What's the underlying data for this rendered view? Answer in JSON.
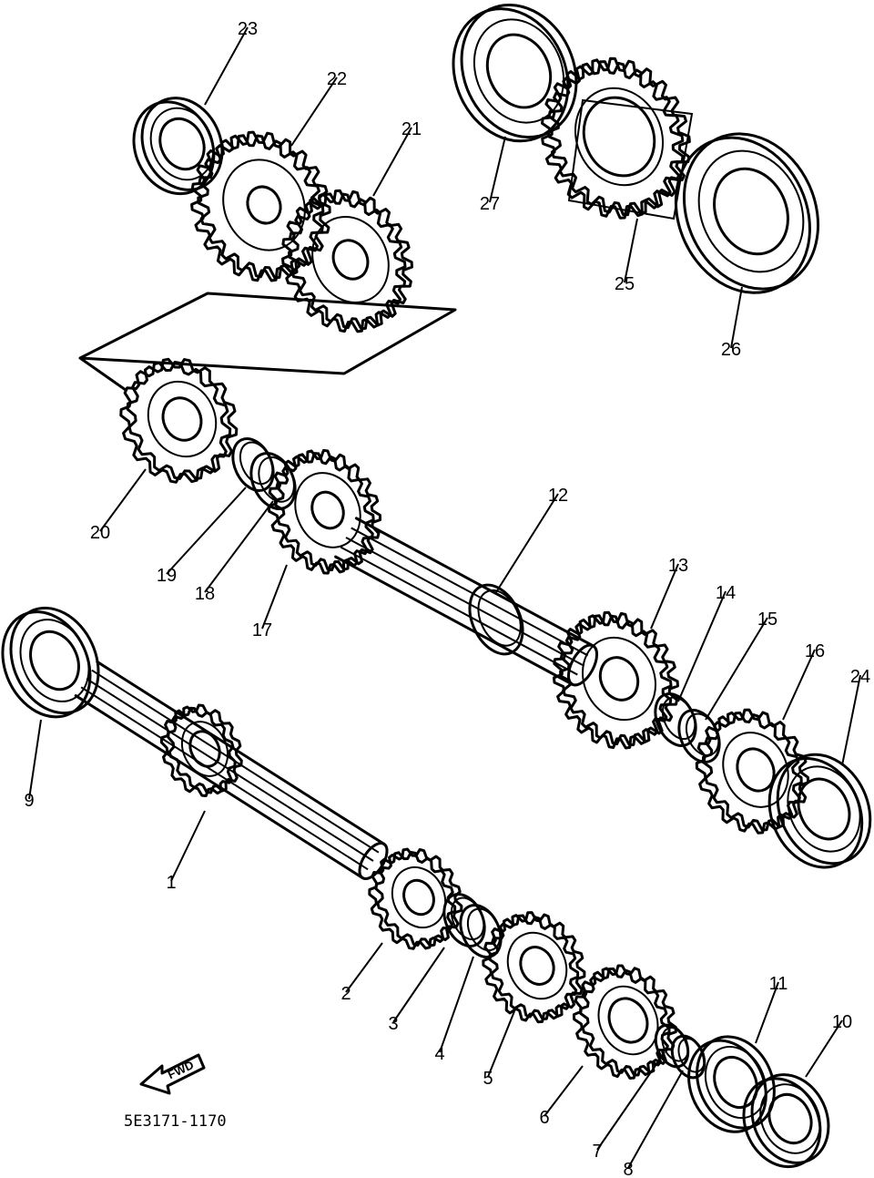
{
  "diagram": {
    "part_code": "5E3171-1170",
    "fwd_label": "FWD",
    "callouts": [
      {
        "id": "1",
        "text": "1"
      },
      {
        "id": "2",
        "text": "2"
      },
      {
        "id": "3",
        "text": "3"
      },
      {
        "id": "4",
        "text": "4"
      },
      {
        "id": "5",
        "text": "5"
      },
      {
        "id": "6",
        "text": "6"
      },
      {
        "id": "7",
        "text": "7"
      },
      {
        "id": "8",
        "text": "8"
      },
      {
        "id": "9",
        "text": "9"
      },
      {
        "id": "10",
        "text": "10"
      },
      {
        "id": "11",
        "text": "11"
      },
      {
        "id": "12",
        "text": "12"
      },
      {
        "id": "13",
        "text": "13"
      },
      {
        "id": "14",
        "text": "14"
      },
      {
        "id": "15",
        "text": "15"
      },
      {
        "id": "16",
        "text": "16"
      },
      {
        "id": "17",
        "text": "17"
      },
      {
        "id": "18",
        "text": "18"
      },
      {
        "id": "19",
        "text": "19"
      },
      {
        "id": "20",
        "text": "20"
      },
      {
        "id": "21",
        "text": "21"
      },
      {
        "id": "22",
        "text": "22"
      },
      {
        "id": "23",
        "text": "23"
      },
      {
        "id": "24",
        "text": "24"
      },
      {
        "id": "25",
        "text": "25"
      },
      {
        "id": "26",
        "text": "26"
      },
      {
        "id": "27",
        "text": "27"
      }
    ]
  }
}
